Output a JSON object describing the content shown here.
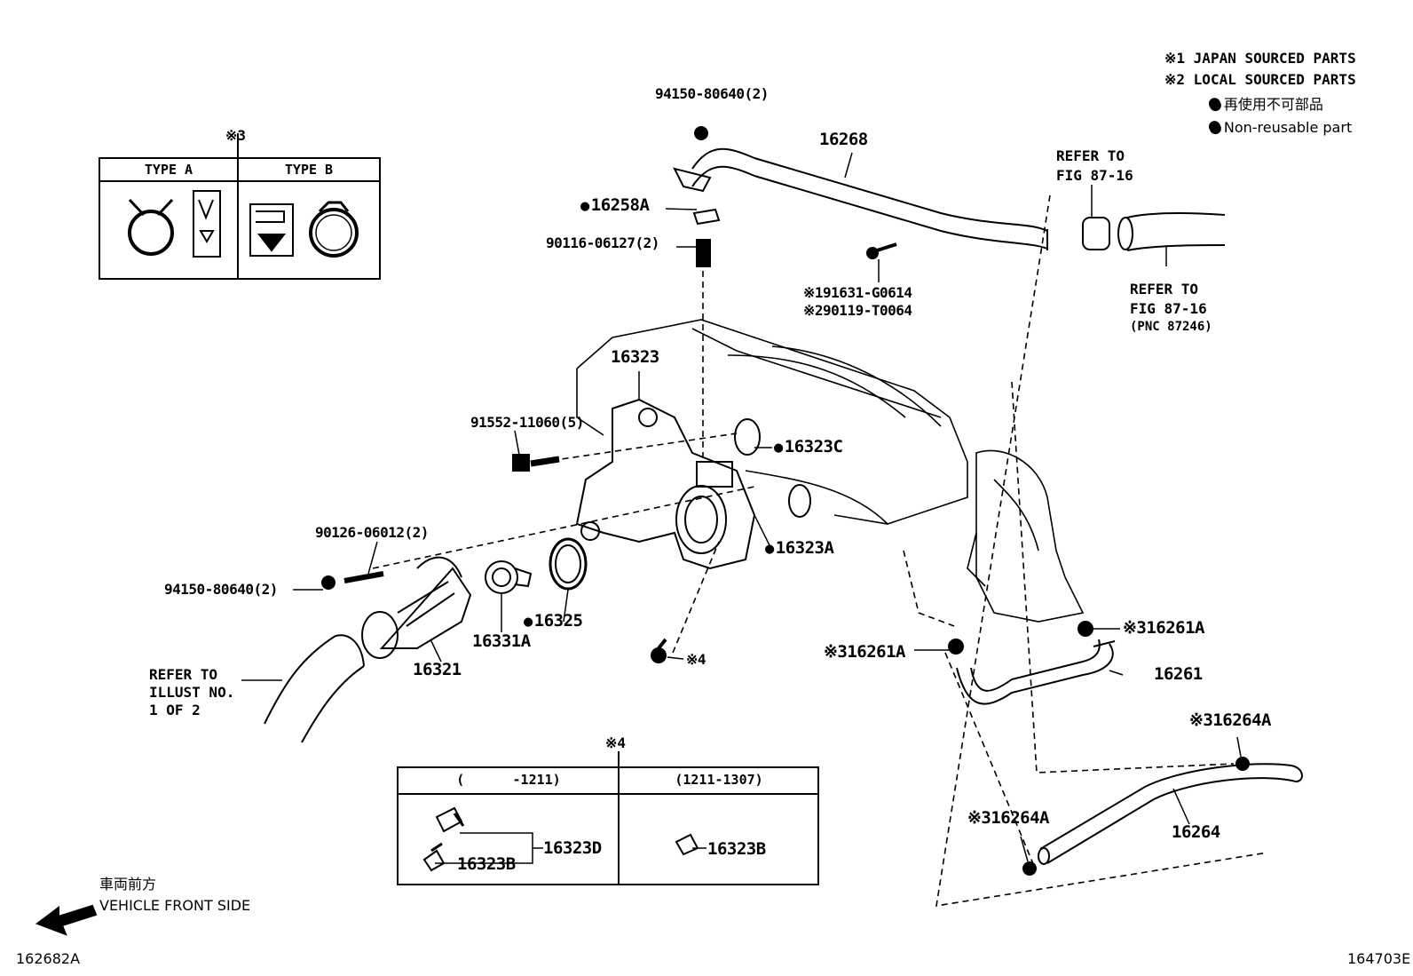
{
  "legend": {
    "note1": "※1 JAPAN SOURCED PARTS",
    "note2": "※2 LOCAL SOURCED PARTS",
    "nonreuse_jp": "再使用不可部品",
    "nonreuse_en": "Non-reusable part"
  },
  "clamp_box": {
    "mark": "※3",
    "type_a": "TYPE A",
    "type_b": "TYPE B"
  },
  "inset_box": {
    "mark": "※4",
    "col1": "(      -1211)",
    "col2": "(1211-1307)"
  },
  "parts": {
    "p94150_top": "94150-80640(2)",
    "p16268": "16268",
    "p16258A": "16258A",
    "p90116": "90116-06127(2)",
    "p191631": "※191631-G0614",
    "p290119": "※290119-T0064",
    "p16323": "16323",
    "p91552": "91552-11060(5)",
    "p16323C": "16323C",
    "p16323A": "16323A",
    "p90126": "90126-06012(2)",
    "p94150_left": "94150-80640(2)",
    "p16325": "16325",
    "p16331A": "16331A",
    "p16321": "16321",
    "p_mark4": "※4",
    "p16261A_left": "※316261A",
    "p16261A_right": "※316261A",
    "p16261": "16261",
    "p16264A_top": "※316264A",
    "p16264A_bottom": "※316264A",
    "p16264": "16264",
    "p16323D": "16323D",
    "p16323B_left": "16323B",
    "p16323B_right": "16323B"
  },
  "refs": {
    "refer_top_1": "REFER TO",
    "refer_top_2": "FIG 87-16",
    "refer_right_1": "REFER TO",
    "refer_right_2": "FIG 87-16",
    "refer_right_3": "(PNC 87246)",
    "refer_left_1": "REFER TO",
    "refer_left_2": "ILLUST NO.",
    "refer_left_3": "1 OF 2"
  },
  "front": {
    "jp": "車両前方",
    "en": "VEHICLE FRONT SIDE"
  },
  "footer": {
    "left_id": "162682A",
    "right_id": "164703E"
  }
}
